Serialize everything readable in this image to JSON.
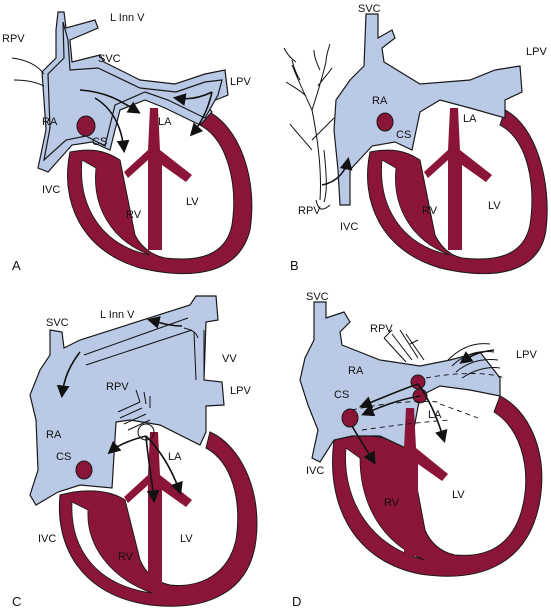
{
  "panels": {
    "a": {
      "letter": "A",
      "labels": {
        "linnv": "L Inn V",
        "rpv": "RPV",
        "svc": "SVC",
        "lpv": "LPV",
        "ra": "RA",
        "la": "LA",
        "cs": "CS",
        "ivc": "IVC",
        "rv": "RV",
        "lv": "LV"
      }
    },
    "b": {
      "letter": "B",
      "labels": {
        "svc": "SVC",
        "lpv": "LPV",
        "ra": "RA",
        "cs": "CS",
        "la": "LA",
        "rpv": "RPV",
        "ivc": "IVC",
        "rv": "RV",
        "lv": "LV"
      }
    },
    "c": {
      "letter": "C",
      "labels": {
        "linnv": "L Inn V",
        "svc": "SVC",
        "vv": "VV",
        "rpv": "RPV",
        "lpv": "LPV",
        "ra": "RA",
        "la": "LA",
        "cs": "CS",
        "ivc": "IVC",
        "rv": "RV",
        "lv": "LV"
      }
    },
    "d": {
      "letter": "D",
      "labels": {
        "svc": "SVC",
        "rpv": "RPV",
        "lpv": "LPV",
        "ra": "RA",
        "cs": "CS",
        "la": "LA",
        "ivc": "IVC",
        "rv": "RV",
        "lv": "LV"
      }
    }
  },
  "colors": {
    "myocardium": "#8b1538",
    "vessel_wall": "#b9c9e6",
    "outline": "#1a1a1a"
  }
}
